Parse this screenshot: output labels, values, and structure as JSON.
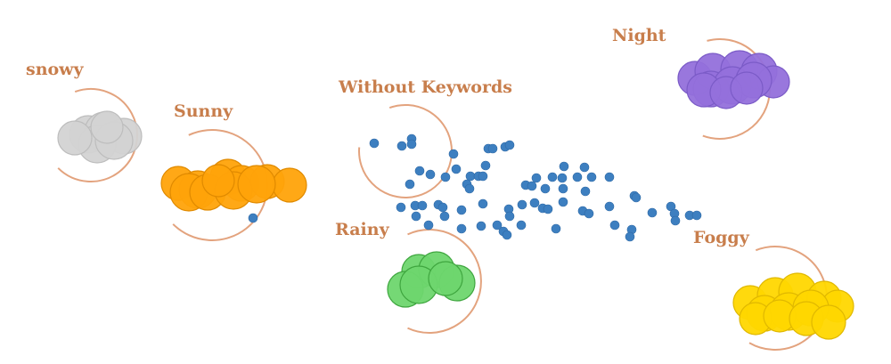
{
  "colors": {
    "label": "#C87E4C",
    "arc": "#E3A37E",
    "points": "#3D7FC0"
  },
  "clusters": {
    "snowy": {
      "label": "snowy",
      "fill": "#D3D3D3",
      "stroke": "#BDBDBD"
    },
    "sunny": {
      "label": "Sunny",
      "fill": "#FFA30A",
      "stroke": "#E08A00"
    },
    "without": {
      "label": "Without Keywords"
    },
    "night": {
      "label": "Night",
      "fill": "#9370DB",
      "stroke": "#7B5BC7"
    },
    "rainy": {
      "label": "Rainy",
      "fill": "#6ED66E",
      "stroke": "#3FA63F"
    },
    "foggy": {
      "label": "Foggy",
      "fill": "#FFD700",
      "stroke": "#E0B800"
    }
  }
}
